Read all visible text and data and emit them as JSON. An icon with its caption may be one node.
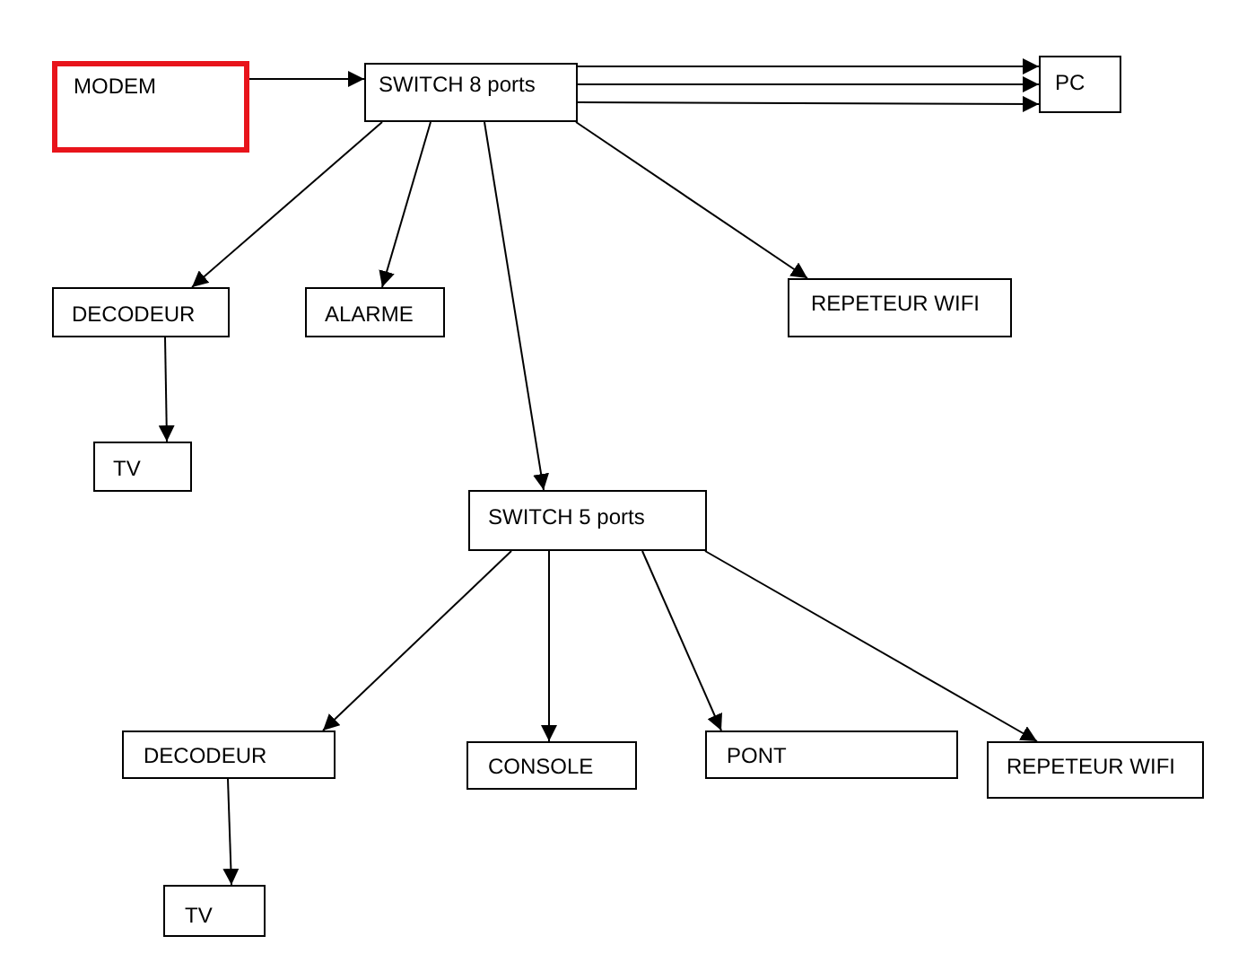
{
  "diagram": {
    "nodes": [
      {
        "text": [
          "MODEM"
        ]
      },
      {
        "text": [
          "SWITCH 8 ports"
        ]
      },
      {
        "text": [
          "PC"
        ]
      },
      {
        "text": [
          "DECODEUR"
        ]
      },
      {
        "text": [
          "ALARME"
        ]
      },
      {
        "text": [
          "REPETEUR WIFI"
        ]
      },
      {
        "text": [
          "TV"
        ]
      },
      {
        "text": [
          "SWITCH 5 ports"
        ]
      },
      {
        "text": [
          "DECODEUR"
        ]
      },
      {
        "text": [
          "CONSOLE"
        ]
      },
      {
        "text": [
          "PONT"
        ]
      },
      {
        "text": [
          "REPETEUR WIFI"
        ]
      },
      {
        "text": [
          "TV"
        ]
      }
    ],
    "edges": [
      {
        "from": 0,
        "to": 1,
        "arrow": "to"
      },
      {
        "from": 1,
        "to": 2,
        "arrow": "to"
      },
      {
        "from": 1,
        "to": 2,
        "arrow": "to"
      },
      {
        "from": 1,
        "to": 2,
        "arrow": "to"
      },
      {
        "from": 1,
        "to": 3,
        "arrow": "to"
      },
      {
        "from": 1,
        "to": 4,
        "arrow": "to"
      },
      {
        "from": 1,
        "to": 7,
        "arrow": "to"
      },
      {
        "from": 1,
        "to": 5,
        "arrow": "to"
      },
      {
        "from": 3,
        "to": 6,
        "arrow": "to"
      },
      {
        "from": 7,
        "to": 8,
        "arrow": "to"
      },
      {
        "from": 7,
        "to": 9,
        "arrow": "to"
      },
      {
        "from": 7,
        "to": 10,
        "arrow": "to"
      },
      {
        "from": 7,
        "to": 11,
        "arrow": "to"
      },
      {
        "from": 8,
        "to": 12,
        "arrow": "to"
      }
    ]
  }
}
